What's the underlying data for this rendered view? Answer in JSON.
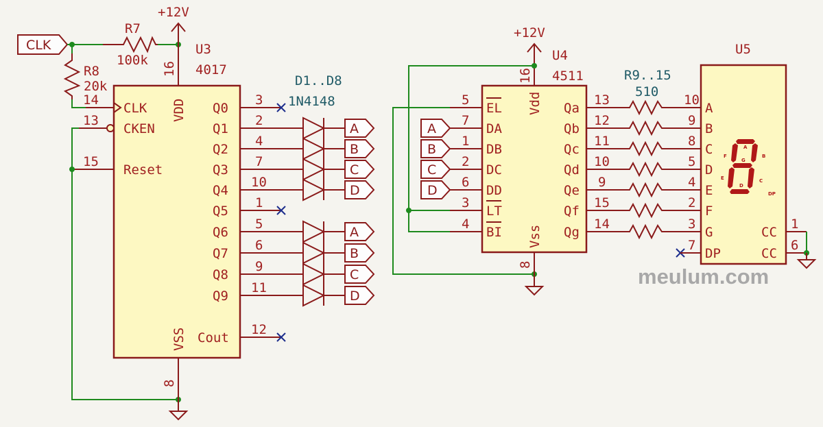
{
  "colors": {
    "wire": "#1e8a1e",
    "pin": "#8a1a1a",
    "body": "#fdf8c2",
    "noconnect": "#1d2d8c"
  },
  "u3": {
    "ref": "U3",
    "value": "4017",
    "pin_labels": [
      "CLK",
      "CKEN",
      "Reset",
      "VDD",
      "VSS",
      "Q0",
      "Q1",
      "Q2",
      "Q3",
      "Q4",
      "Q5",
      "Q6",
      "Q7",
      "Q8",
      "Q9",
      "Cout"
    ],
    "pin_numbers": [
      "14",
      "13",
      "15",
      "16",
      "8",
      "3",
      "2",
      "4",
      "7",
      "10",
      "1",
      "5",
      "6",
      "9",
      "11",
      "12"
    ]
  },
  "u4": {
    "ref": "U4",
    "value": "4511",
    "pin_labels": [
      "EL",
      "DA",
      "DB",
      "DC",
      "DD",
      "LT",
      "BI",
      "Vdd",
      "Vss",
      "Qa",
      "Qb",
      "Qc",
      "Qd",
      "Qe",
      "Qf",
      "Qg"
    ],
    "pin_numbers": [
      "5",
      "7",
      "1",
      "2",
      "6",
      "3",
      "4",
      "16",
      "8",
      "13",
      "12",
      "11",
      "10",
      "9",
      "15",
      "14"
    ]
  },
  "u5": {
    "ref": "U5",
    "pin_labels": [
      "A",
      "B",
      "C",
      "D",
      "E",
      "F",
      "G",
      "DP",
      "CC",
      "CC"
    ],
    "pin_numbers": [
      "10",
      "9",
      "8",
      "5",
      "4",
      "2",
      "3",
      "7",
      "1",
      "6"
    ],
    "segment_labels": [
      "A",
      "B",
      "C",
      "D",
      "E",
      "F",
      "G",
      "DP"
    ]
  },
  "power": {
    "vcc1": "+12V",
    "vcc2": "+12V"
  },
  "r7": {
    "ref": "R7",
    "value": "100k"
  },
  "r8": {
    "ref": "R8",
    "value": "20k"
  },
  "diodes": {
    "ref": "D1..D8",
    "value": "1N4148"
  },
  "resistors": {
    "ref": "R9..15",
    "value": "510"
  },
  "clk_label": "CLK",
  "diode_out_labels": [
    "A",
    "B",
    "C",
    "D",
    "A",
    "B",
    "C",
    "D"
  ],
  "bcd_in_labels": [
    "A",
    "B",
    "C",
    "D"
  ],
  "watermark": "meulum.com"
}
